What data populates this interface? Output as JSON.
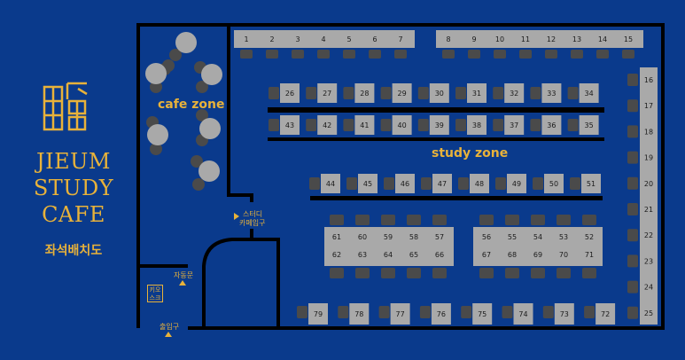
{
  "brand": {
    "lines": [
      "JIEUM",
      "STUDY",
      "CAFE"
    ],
    "subtitle": "좌석배치도",
    "logo_color": "#e8b23a"
  },
  "zones": {
    "cafe": "cafe zone",
    "study": "study zone"
  },
  "labels": {
    "study_entrance_line1": "스터디",
    "study_entrance_line2": "카페입구",
    "auto_door": "자동문",
    "main_entrance": "출입구",
    "kiosk_line1": "키오",
    "kiosk_line2": "스크"
  },
  "colors": {
    "background": "#0a3a8c",
    "accent": "#e8b23a",
    "seat": "#a9a9a9",
    "chair": "#4a4a4a",
    "wall": "#000000"
  },
  "seats": {
    "top_left": [
      "1",
      "2",
      "3",
      "4",
      "5",
      "6",
      "7"
    ],
    "top_right": [
      "8",
      "9",
      "10",
      "11",
      "12",
      "13",
      "14",
      "15"
    ],
    "right_column": [
      "16",
      "17",
      "18",
      "19",
      "20",
      "21",
      "22",
      "23",
      "24",
      "25"
    ],
    "row_a": [
      "26",
      "27",
      "28",
      "29",
      "30",
      "31",
      "32",
      "33",
      "34"
    ],
    "row_b": [
      "43",
      "42",
      "41",
      "40",
      "39",
      "38",
      "37",
      "36",
      "35"
    ],
    "row_c": [
      "44",
      "45",
      "46",
      "47",
      "48",
      "49",
      "50",
      "51"
    ],
    "block_left_top": [
      "61",
      "60",
      "59",
      "58",
      "57"
    ],
    "block_left_bottom": [
      "62",
      "63",
      "64",
      "65",
      "66"
    ],
    "block_right_top": [
      "56",
      "55",
      "54",
      "53",
      "52"
    ],
    "block_right_bottom": [
      "67",
      "68",
      "69",
      "70",
      "71"
    ],
    "bottom_row": [
      "79",
      "78",
      "77",
      "76",
      "75",
      "74",
      "73",
      "72"
    ]
  }
}
